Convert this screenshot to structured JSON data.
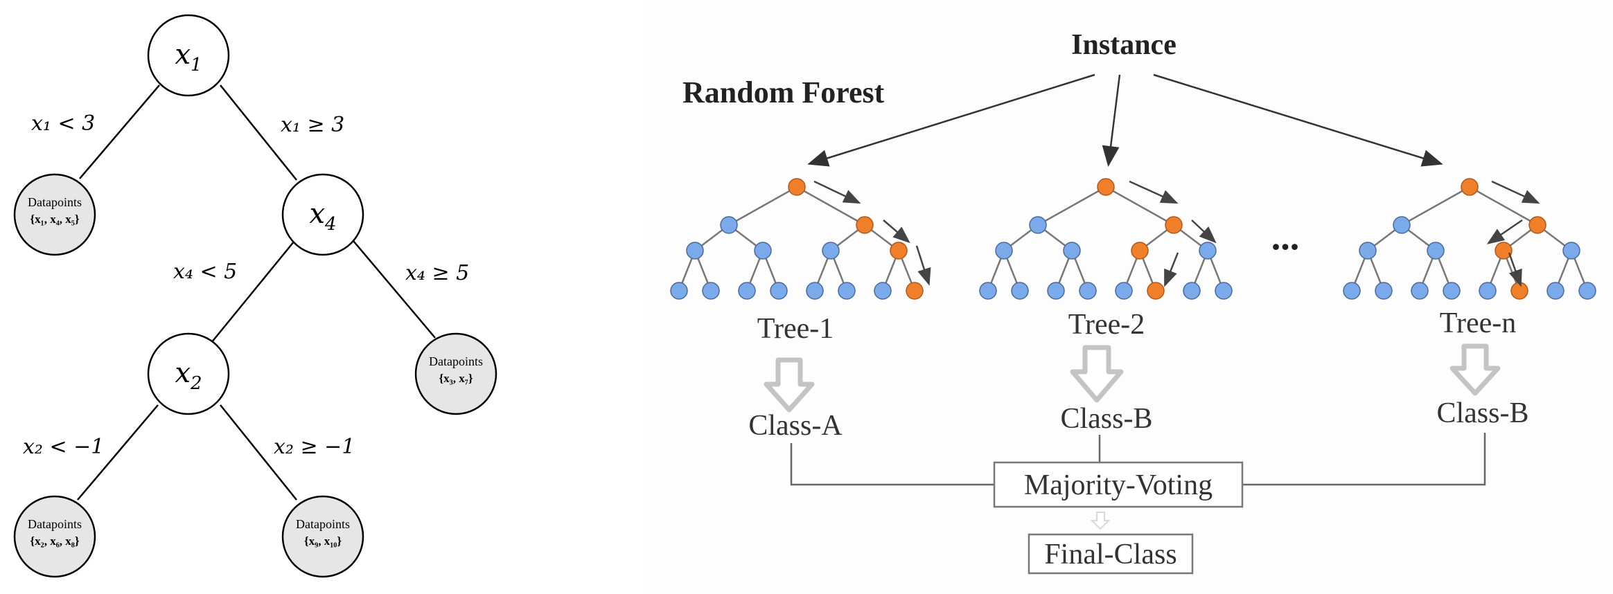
{
  "decision_tree": {
    "internal_nodes": [
      {
        "id": "n1",
        "var": "x",
        "sub": "1"
      },
      {
        "id": "n4",
        "var": "x",
        "sub": "4"
      },
      {
        "id": "n2",
        "var": "x",
        "sub": "2"
      }
    ],
    "leaf_label": "Datapoints",
    "leaves": [
      {
        "id": "l1",
        "label": "Datapoints",
        "set": "{x₁, x₄, x₅}"
      },
      {
        "id": "l2",
        "label": "Datapoints",
        "set": "{x₃, x₇}"
      },
      {
        "id": "l3",
        "label": "Datapoints",
        "set": "{x₂, x₆, x₈}"
      },
      {
        "id": "l4",
        "label": "Datapoints",
        "set": "{x₉, x₁₀}"
      }
    ],
    "edges": [
      {
        "id": "e1",
        "from": "n1",
        "to": "l1",
        "label": "x₁ < 3"
      },
      {
        "id": "e2",
        "from": "n1",
        "to": "n4",
        "label": "x₁ ≥ 3"
      },
      {
        "id": "e3",
        "from": "n4",
        "to": "n2",
        "label": "x₄ < 5"
      },
      {
        "id": "e4",
        "from": "n4",
        "to": "l2",
        "label": "x₄ ≥ 5"
      },
      {
        "id": "e5",
        "from": "n2",
        "to": "l3",
        "label": "x₂ < −1"
      },
      {
        "id": "e6",
        "from": "n2",
        "to": "l4",
        "label": "x₂ ≥ −1"
      }
    ]
  },
  "random_forest": {
    "title": "Random Forest",
    "instance_label": "Instance",
    "ellipsis": "...",
    "trees": [
      {
        "label": "Tree-1",
        "class": "Class-A"
      },
      {
        "label": "Tree-2",
        "class": "Class-B"
      },
      {
        "label": "Tree-n",
        "class": "Class-B"
      }
    ],
    "voting_label": "Majority-Voting",
    "final_label": "Final-Class",
    "colors": {
      "node_blue": "#7aaaea",
      "node_orange": "#f07f2a",
      "node_stroke": "#4a6a9a",
      "edge_gray": "#777777",
      "hollow_arrow": "#c8c8c8"
    }
  }
}
